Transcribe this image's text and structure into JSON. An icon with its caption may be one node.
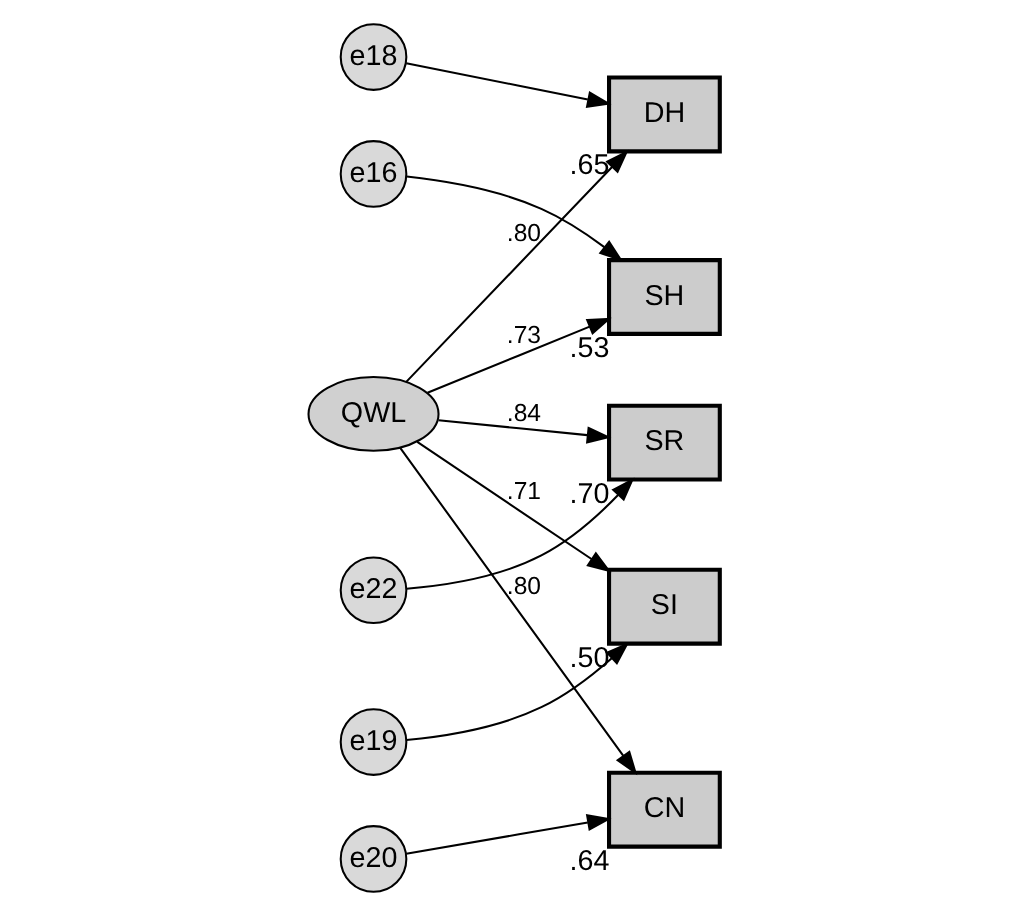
{
  "diagram": {
    "nodes": [
      {
        "text": [
          "e16"
        ]
      },
      {
        "text": [
          "SH"
        ],
        "beside": [
          ".53"
        ]
      },
      {
        "text": [
          "e18"
        ]
      },
      {
        "text": [
          "DH"
        ],
        "beside": [
          ".65"
        ]
      },
      {
        "text": [
          "e19"
        ]
      },
      {
        "text": [
          "SI"
        ],
        "beside": [
          ".50"
        ]
      },
      {
        "text": [
          "e20"
        ]
      },
      {
        "text": [
          "CN"
        ],
        "beside": [
          ".64"
        ]
      },
      {
        "text": [
          "e22"
        ]
      },
      {
        "text": [
          "SR"
        ],
        "beside": [
          ".70"
        ]
      },
      {
        "text": [
          "QWL"
        ]
      }
    ],
    "edges": [
      {
        "from": 0,
        "to": 1,
        "arrow": "to"
      },
      {
        "from": 2,
        "to": 3,
        "arrow": "to"
      },
      {
        "from": 4,
        "to": 5,
        "arrow": "to"
      },
      {
        "from": 6,
        "to": 7,
        "arrow": "to"
      },
      {
        "from": 8,
        "to": 9,
        "arrow": "to"
      },
      {
        "from": 10,
        "to": 1,
        "arrow": "to",
        "label": ".73"
      },
      {
        "from": 10,
        "to": 3,
        "arrow": "to",
        "label": ".80"
      },
      {
        "from": 10,
        "to": 5,
        "arrow": "to",
        "label": ".71"
      },
      {
        "from": 10,
        "to": 7,
        "arrow": "to",
        "label": ".80"
      },
      {
        "from": 10,
        "to": 9,
        "arrow": "to",
        "label": ".84"
      }
    ]
  }
}
